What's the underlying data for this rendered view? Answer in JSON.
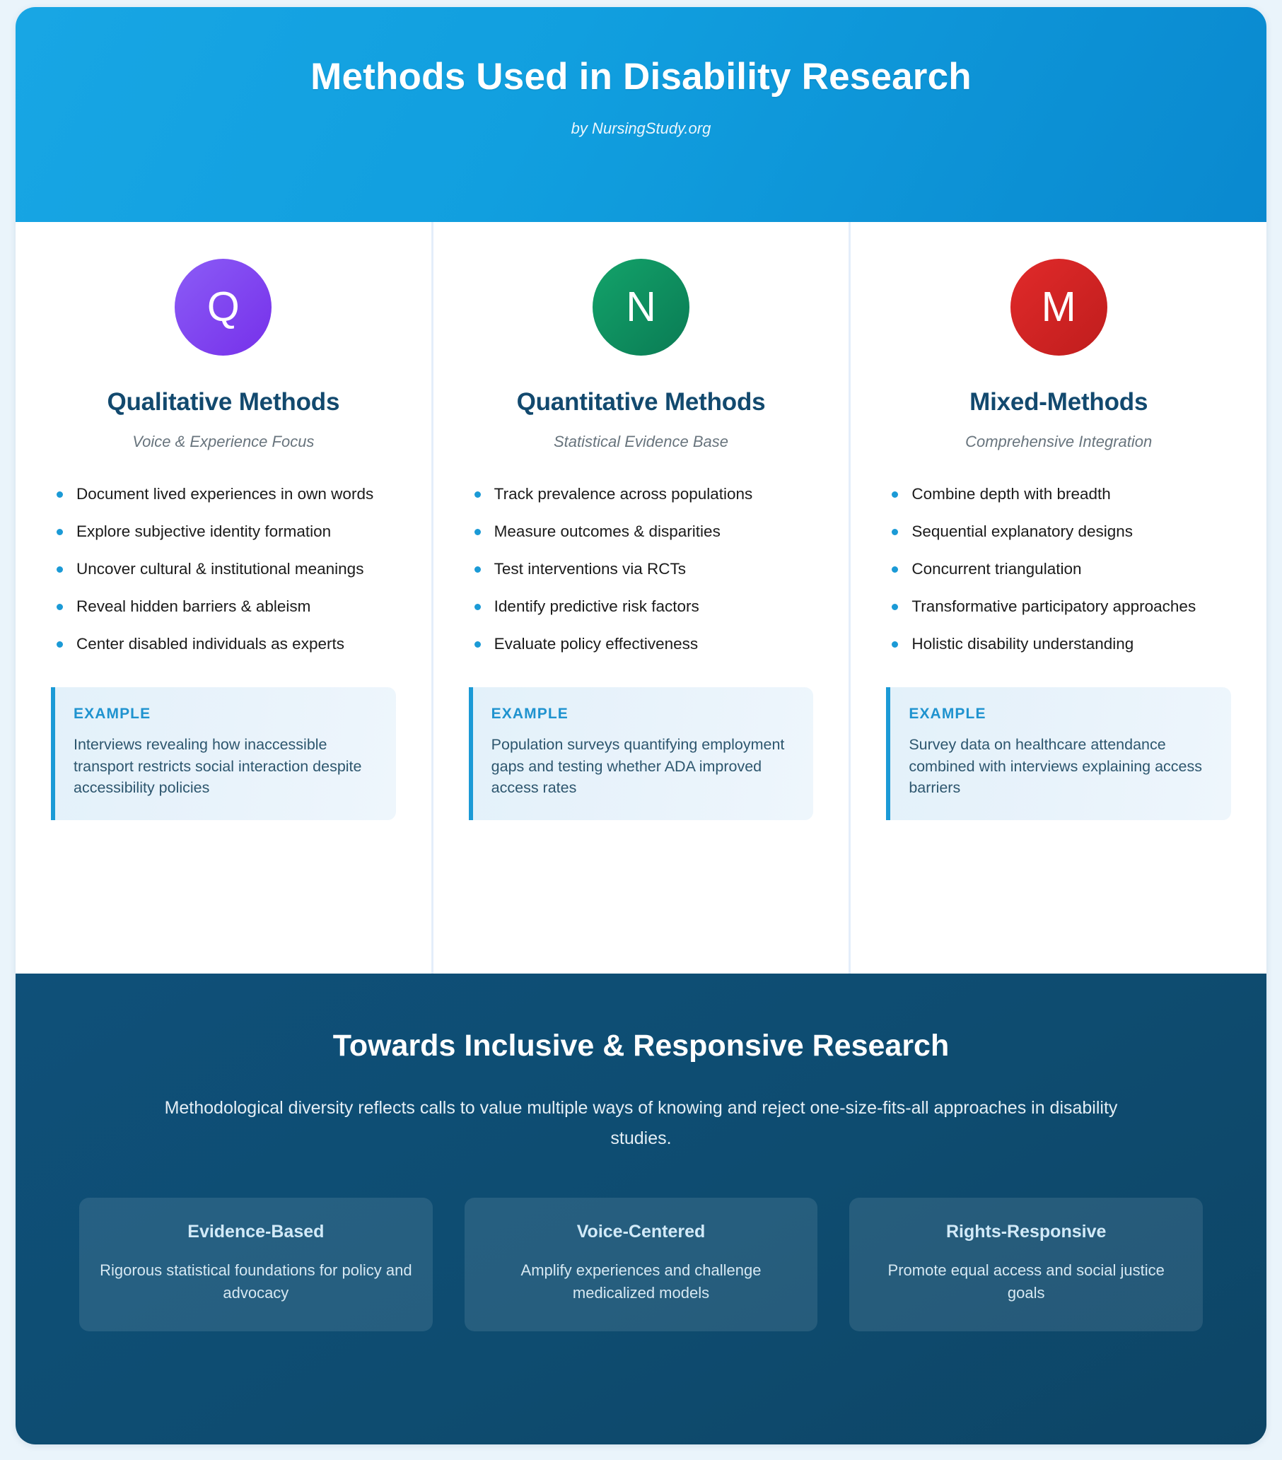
{
  "header": {
    "title": "Methods Used in Disability Research",
    "byline": "by NursingStudy.org",
    "accent_color": "#119fdf"
  },
  "columns": [
    {
      "badge_letter": "Q",
      "badge_color": "#7c3aed",
      "title": "Qualitative Methods",
      "subtitle": "Voice & Experience Focus",
      "bullets": [
        "Document lived experiences in own words",
        "Explore subjective identity formation",
        "Uncover cultural & institutional meanings",
        "Reveal hidden barriers & ableism",
        "Center disabled individuals as experts"
      ],
      "example_label": "EXAMPLE",
      "example_text": "Interviews revealing how inaccessible transport restricts social interaction despite accessibility policies"
    },
    {
      "badge_letter": "N",
      "badge_color": "#0f8f5f",
      "title": "Quantitative Methods",
      "subtitle": "Statistical Evidence Base",
      "bullets": [
        "Track prevalence across populations",
        "Measure outcomes & disparities",
        "Test interventions via RCTs",
        "Identify predictive risk factors",
        "Evaluate policy effectiveness"
      ],
      "example_label": "EXAMPLE",
      "example_text": "Population surveys quantifying employment gaps and testing whether ADA improved access rates"
    },
    {
      "badge_letter": "M",
      "badge_color": "#d42424",
      "title": "Mixed-Methods",
      "subtitle": "Comprehensive Integration",
      "bullets": [
        "Combine depth with breadth",
        "Sequential explanatory designs",
        "Concurrent triangulation",
        "Transformative participatory approaches",
        "Holistic disability understanding"
      ],
      "example_label": "EXAMPLE",
      "example_text": "Survey data on healthcare attendance combined with interviews explaining access barriers"
    }
  ],
  "footer": {
    "title": "Towards Inclusive & Responsive Research",
    "text": "Methodological diversity reflects calls to value multiple ways of knowing and reject one-size-fits-all approaches in disability studies.",
    "background_color": "#0e4d72",
    "pillars": [
      {
        "title": "Evidence-Based",
        "text": "Rigorous statistical foundations for policy and advocacy"
      },
      {
        "title": "Voice-Centered",
        "text": "Amplify experiences and challenge medicalized models"
      },
      {
        "title": "Rights-Responsive",
        "text": "Promote equal access and social justice goals"
      }
    ]
  }
}
